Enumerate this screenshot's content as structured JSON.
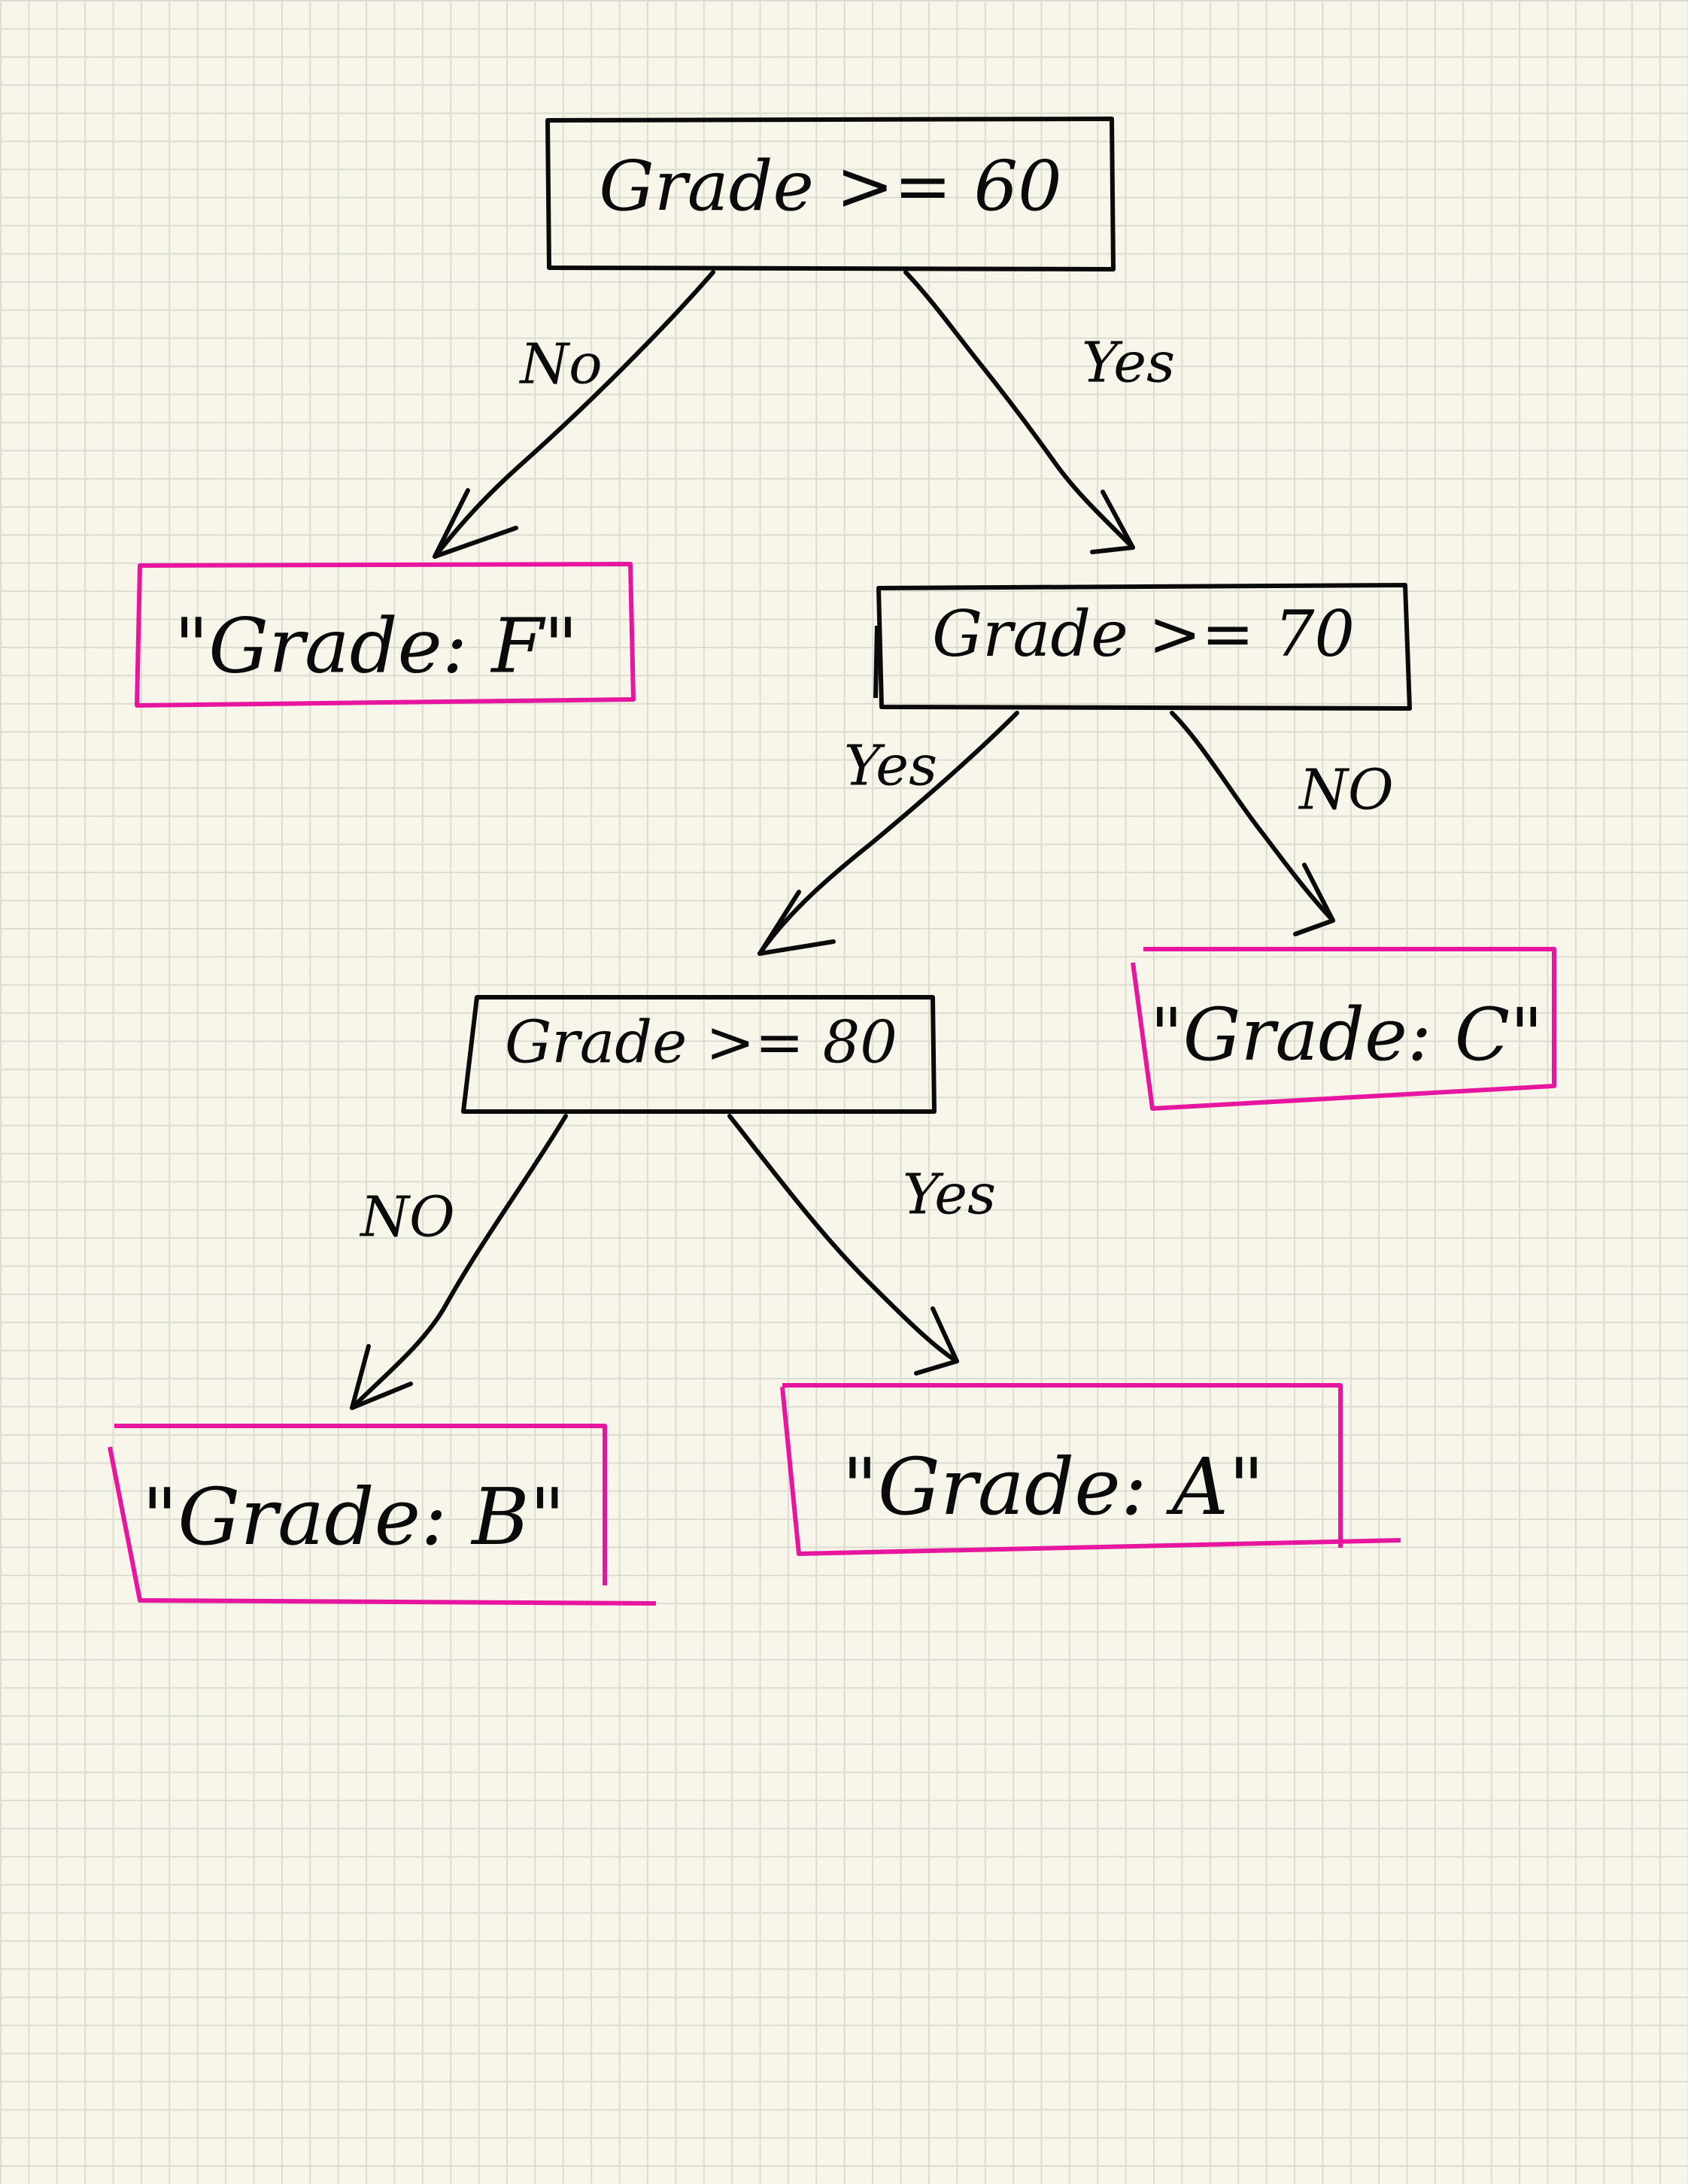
{
  "colors": {
    "background": "#f8f6ea",
    "grid": "#dcdcd2",
    "ink": "#0a0a0a",
    "leaf_border": "#e6179e"
  },
  "nodes": {
    "root": "Grade >= 60",
    "check_70": "Grade >= 70",
    "check_80": "Grade >= 80",
    "leaf_f": "\"Grade: F\"",
    "leaf_c": "\"Grade: C\"",
    "leaf_b": "\"Grade: B\"",
    "leaf_a": "\"Grade: A\""
  },
  "edges": {
    "root_left": "No",
    "root_right": "Yes",
    "check_70_left": "Yes",
    "check_70_right": "NO",
    "check_80_left": "NO",
    "check_80_right": "Yes"
  }
}
